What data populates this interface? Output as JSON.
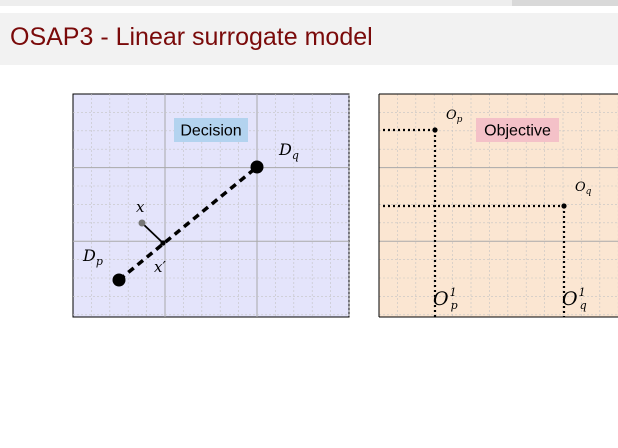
{
  "slide": {
    "title": "OSAP3 - Linear surrogate model"
  },
  "decision_panel": {
    "label": "Decision",
    "point_dp": "D",
    "point_dp_sub": "p",
    "point_dq": "D",
    "point_dq_sub": "q",
    "point_x": "x",
    "point_xprime": "x′"
  },
  "objective_panel": {
    "label": "Objective",
    "op": "O",
    "op_sub": "p",
    "oq": "O",
    "oq_sub": "q",
    "op1": "O",
    "op1_sup": "1",
    "op1_sub": "p",
    "oq1": "O",
    "oq1_sup": "1",
    "oq1_sub": "q"
  },
  "colors": {
    "title": "#7a0a0a",
    "decision_bg": "#e4e4fb",
    "objective_bg": "#fbe6d2",
    "decision_label_bg": "#b3d3ef",
    "objective_label_bg": "#f4c1c8"
  }
}
